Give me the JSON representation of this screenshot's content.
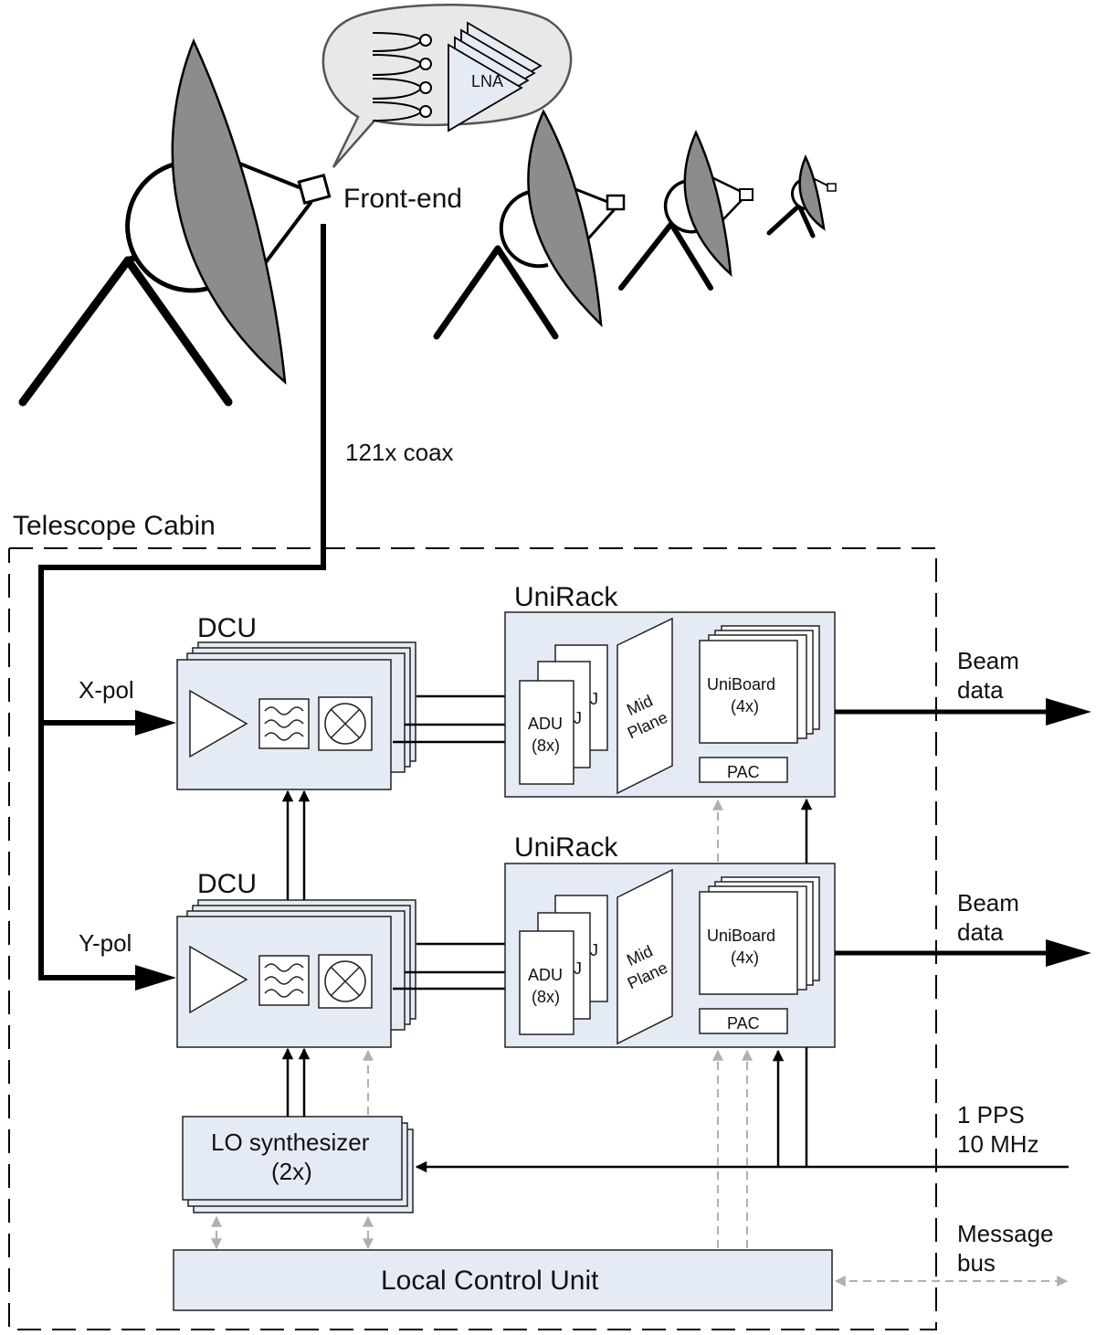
{
  "labels": {
    "front_end": "Front-end",
    "coax": "121x coax",
    "cabin": "Telescope Cabin",
    "lna": "LNA",
    "x_pol": "X-pol",
    "y_pol": "Y-pol",
    "dcu_top": "DCU",
    "dcu_bottom": "DCU",
    "unirack_top": "UniRack",
    "unirack_bottom": "UniRack",
    "adu_top_1": "ADU",
    "adu_top_2": "(8x)",
    "adu_bottom_1": "ADU",
    "adu_bottom_2": "(8x)",
    "adu_ghost": "J",
    "mid_top_1": "Mid",
    "mid_top_2": "Plane",
    "mid_bottom_1": "Mid",
    "mid_bottom_2": "Plane",
    "uniboard_top_1": "UniBoard",
    "uniboard_top_2": "(4x)",
    "uniboard_bottom_1": "UniBoard",
    "uniboard_bottom_2": "(4x)",
    "pac_top": "PAC",
    "pac_bottom": "PAC",
    "beam_top_1": "Beam",
    "beam_top_2": "data",
    "beam_bottom_1": "Beam",
    "beam_bottom_2": "data",
    "lo_1": "LO synthesizer",
    "lo_2": "(2x)",
    "pps_1": "1 PPS",
    "pps_2": "10 MHz",
    "msg_1": "Message",
    "msg_2": "bus",
    "lcu": "Local Control Unit"
  },
  "colors": {
    "box_fill": "#e4ebf5",
    "dish_fill": "#8c8c8c",
    "control_arrow": "#b0b0b0",
    "signal": "#000000"
  }
}
